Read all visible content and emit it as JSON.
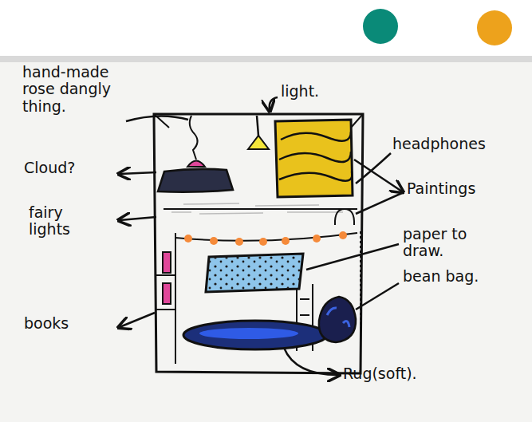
{
  "diagram": {
    "labels": [
      "hand-made rose dangly thing.",
      "light.",
      "headphones",
      "Cloud?",
      "Paintings",
      "fairy lights",
      "paper to draw.",
      "bean bag.",
      "books",
      "Rug(soft)."
    ]
  }
}
